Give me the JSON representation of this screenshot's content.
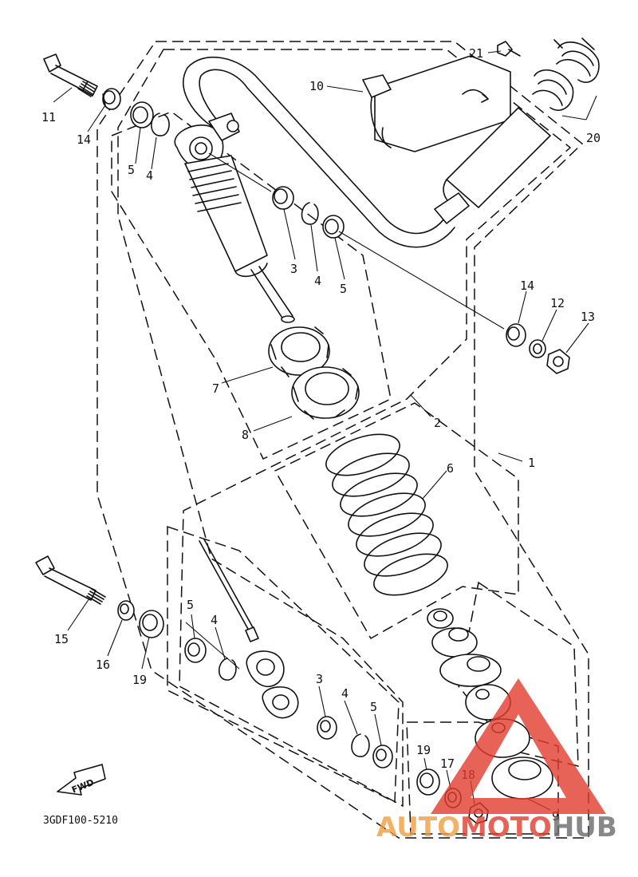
{
  "diagram_code": "3GDF100-5210",
  "fwd_label": "FWD",
  "watermark": {
    "part1": "AUTO",
    "part2": "MOTO",
    "part3": "HUB",
    "color_main": "#f0a040",
    "color_accent": "#e23b2e",
    "color_dark": "#6b6b6b"
  },
  "callouts": {
    "c1": "1",
    "c2": "2",
    "c3a": "3",
    "c3b": "3",
    "c4a": "4",
    "c4b": "4",
    "c4c": "4",
    "c4d": "4",
    "c5a": "5",
    "c5b": "5",
    "c5c": "5",
    "c5d": "5",
    "c6": "6",
    "c7": "7",
    "c8": "8",
    "c9": "9",
    "c10": "10",
    "c11": "11",
    "c12": "12",
    "c13": "13",
    "c14a": "14",
    "c14b": "14",
    "c15": "15",
    "c16": "16",
    "c17": "17",
    "c18": "18",
    "c19a": "19",
    "c19b": "19",
    "c20": "20",
    "c21": "21"
  }
}
